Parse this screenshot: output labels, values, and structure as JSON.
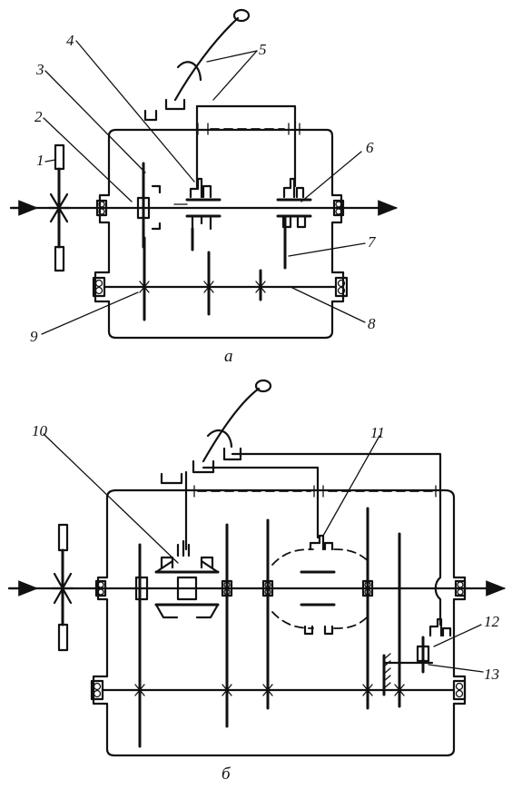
{
  "diagrams": [
    {
      "caption": "а",
      "callouts": [
        "1",
        "2",
        "3",
        "4",
        "5",
        "6",
        "7",
        "8",
        "9"
      ]
    },
    {
      "caption": "б",
      "callouts": [
        "10",
        "11",
        "12",
        "13"
      ]
    }
  ]
}
